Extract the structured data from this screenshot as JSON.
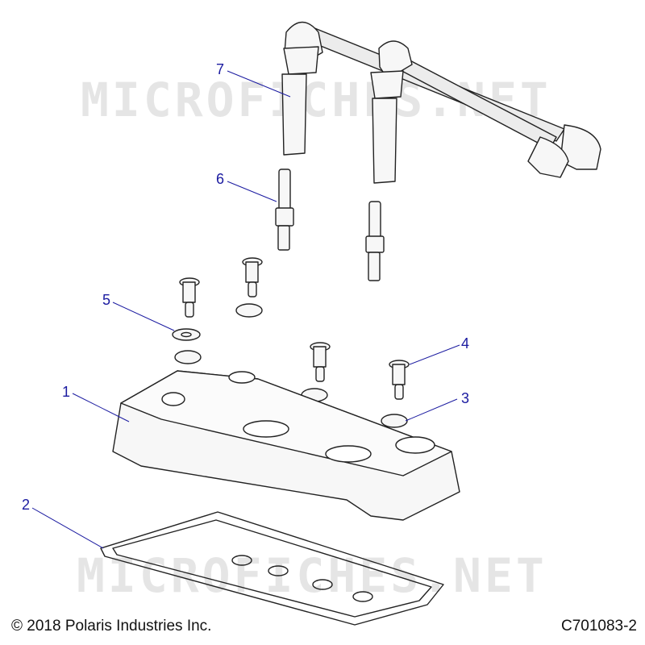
{
  "watermark_text": "MICROFICHES.NET",
  "callouts": [
    "1",
    "2",
    "3",
    "4",
    "5",
    "6",
    "7"
  ],
  "copyright": "© 2018 Polaris Industries Inc.",
  "diagram_code": "C701083-2",
  "colors": {
    "line": "#222222",
    "callout": "#1a1aa0",
    "part_fill": "#f7f7f7"
  }
}
